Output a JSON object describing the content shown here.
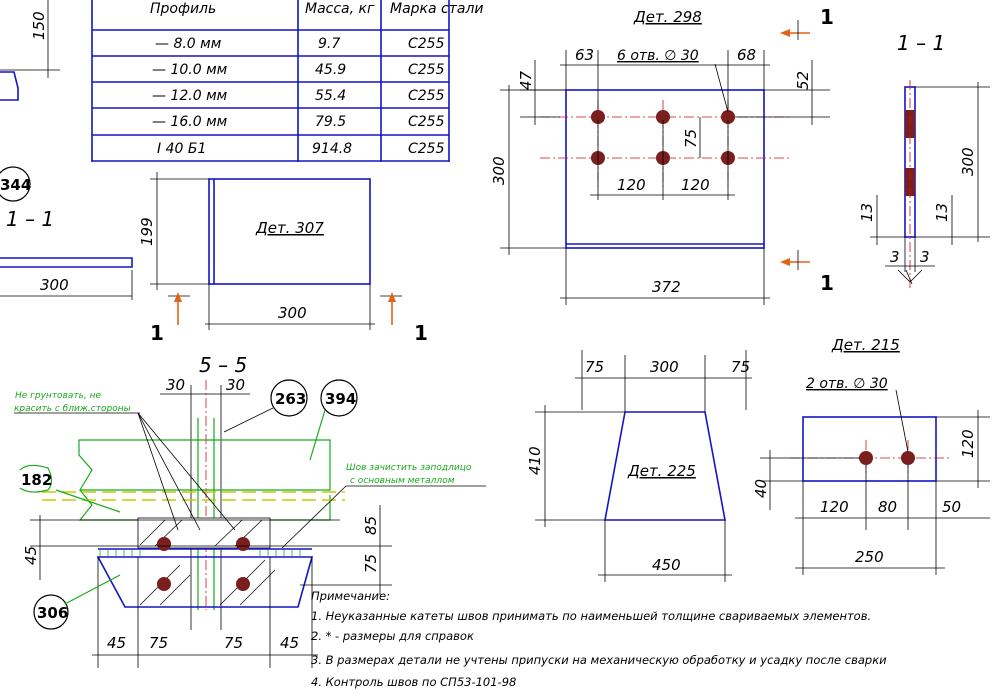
{
  "table": {
    "headers": [
      "Профиль",
      "Масса, кг",
      "Марка стали"
    ],
    "rows": [
      {
        "profile": "— 8.0 мм",
        "mass": "9.7",
        "steel": "С255"
      },
      {
        "profile": "— 10.0 мм",
        "mass": "45.9",
        "steel": "С255"
      },
      {
        "profile": "— 12.0 мм",
        "mass": "55.4",
        "steel": "С255"
      },
      {
        "profile": "— 16.0 мм",
        "mass": "79.5",
        "steel": "С255"
      },
      {
        "profile": "I 40 Б1",
        "mass": "914.8",
        "steel": "С255"
      }
    ]
  },
  "left_fragment": {
    "dim_150": "150",
    "bubble_344": "344",
    "section": "1 – 1",
    "dim_300": "300"
  },
  "det307": {
    "title": "Дет. 307",
    "dim_h": "199",
    "dim_w": "300",
    "cut_left": "1",
    "cut_right": "1"
  },
  "det298": {
    "title": "Дет. 298",
    "holes": "6 отв. ∅ 30",
    "dim_63": "63",
    "dim_68": "68",
    "dim_47": "47",
    "dim_52": "52",
    "dim_75": "75",
    "dim_300": "300",
    "dim_120a": "120",
    "dim_120b": "120",
    "dim_372": "372",
    "cut_top": "1",
    "cut_bottom": "1"
  },
  "section11": {
    "title": "1 – 1",
    "dim_300": "300",
    "dim_13a": "13",
    "dim_13b": "13",
    "dim_3a": "3",
    "dim_3b": "3"
  },
  "section55": {
    "title": "5 – 5",
    "dim_30a": "30",
    "dim_30b": "30",
    "bubble_263": "263",
    "bubble_394": "394",
    "bubble_182": "182",
    "bubble_306": "306",
    "note_left_1": "Не грунтовать, не",
    "note_left_2": "красить с ближ.стороны",
    "note_right_1": "Шов зачистить заподлицо",
    "note_right_2": "с основным металлом",
    "dim_85": "85",
    "dim_75v": "75",
    "dim_45v": "45",
    "dim_45a": "45",
    "dim_75a": "75",
    "dim_75b": "75",
    "dim_45b": "45"
  },
  "det225": {
    "title": "Дет. 225",
    "dim_75a": "75",
    "dim_300": "300",
    "dim_75b": "75",
    "dim_410": "410",
    "dim_450": "450"
  },
  "det215": {
    "title": "Дет. 215",
    "holes": "2 отв. ∅ 30",
    "dim_120v": "120",
    "dim_40": "40",
    "dim_120": "120",
    "dim_80": "80",
    "dim_50": "50",
    "dim_250": "250"
  },
  "notes": {
    "title": "Примечание:",
    "lines": [
      "1. Неуказанные катеты швов принимать по наименьшей толщине свариваемых элементов.",
      "2. * - размеры для справок",
      "3. В размерах детали не учтены припуски на механическую обработку и усадку после сварки",
      "4. Контроль швов по СП53-101-98"
    ]
  },
  "colors": {
    "outline": "#1414c8",
    "weld_note": "#1aaa1a",
    "hole": "#7a1e1e",
    "axis": "#c81414",
    "arrow": "#e06414"
  }
}
